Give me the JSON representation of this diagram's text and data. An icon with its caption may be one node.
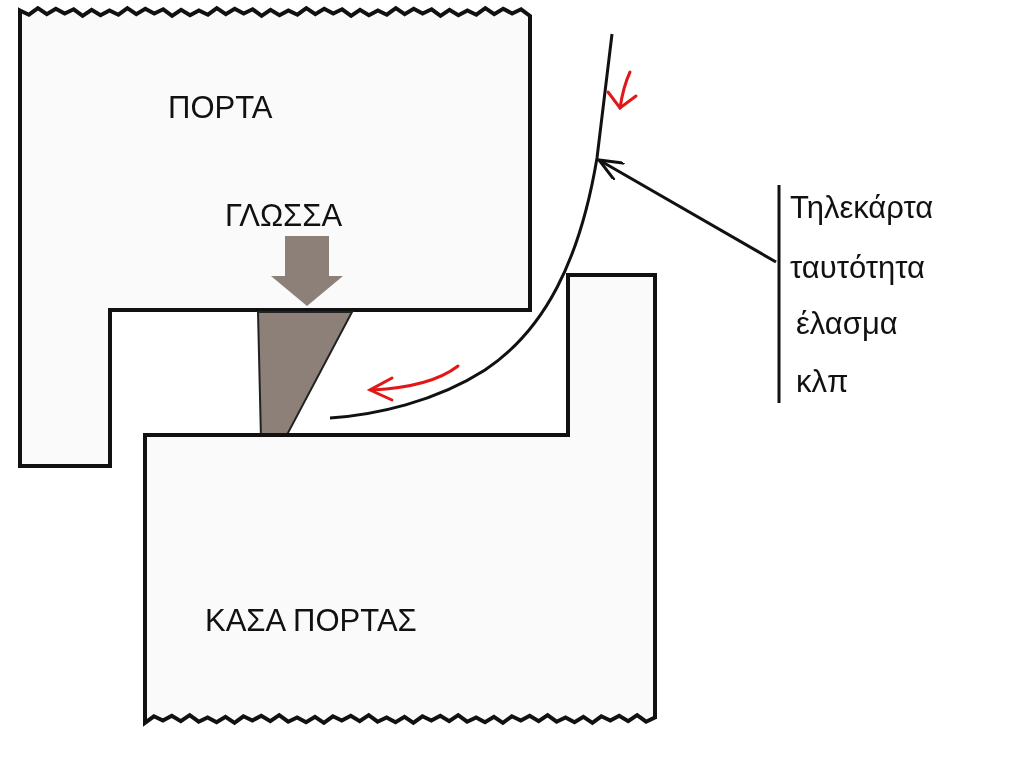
{
  "diagram": {
    "nodes": [
      {
        "text": [
          "ΠΟΡΤΑ"
        ]
      },
      {
        "text": [
          "ΓΛΩΣΣΑ"
        ],
        "in": 0
      },
      {
        "text": [],
        "shape": "triangle"
      },
      {
        "text": [
          "ΚΑΣΑ ΠΟΡΤΑΣ"
        ]
      },
      {
        "text": [],
        "shape": "line"
      },
      {
        "text": [
          "Τηλεκάρτα",
          "ταυτότητα",
          "έλασμα",
          "κλπ"
        ]
      }
    ],
    "edges": [
      {
        "from": 1,
        "to": 2,
        "arrow": "to",
        "style": "thick",
        "color": "#8c8079"
      },
      {
        "from": 5,
        "to": 4,
        "arrow": "to",
        "color": "#111111"
      }
    ]
  }
}
